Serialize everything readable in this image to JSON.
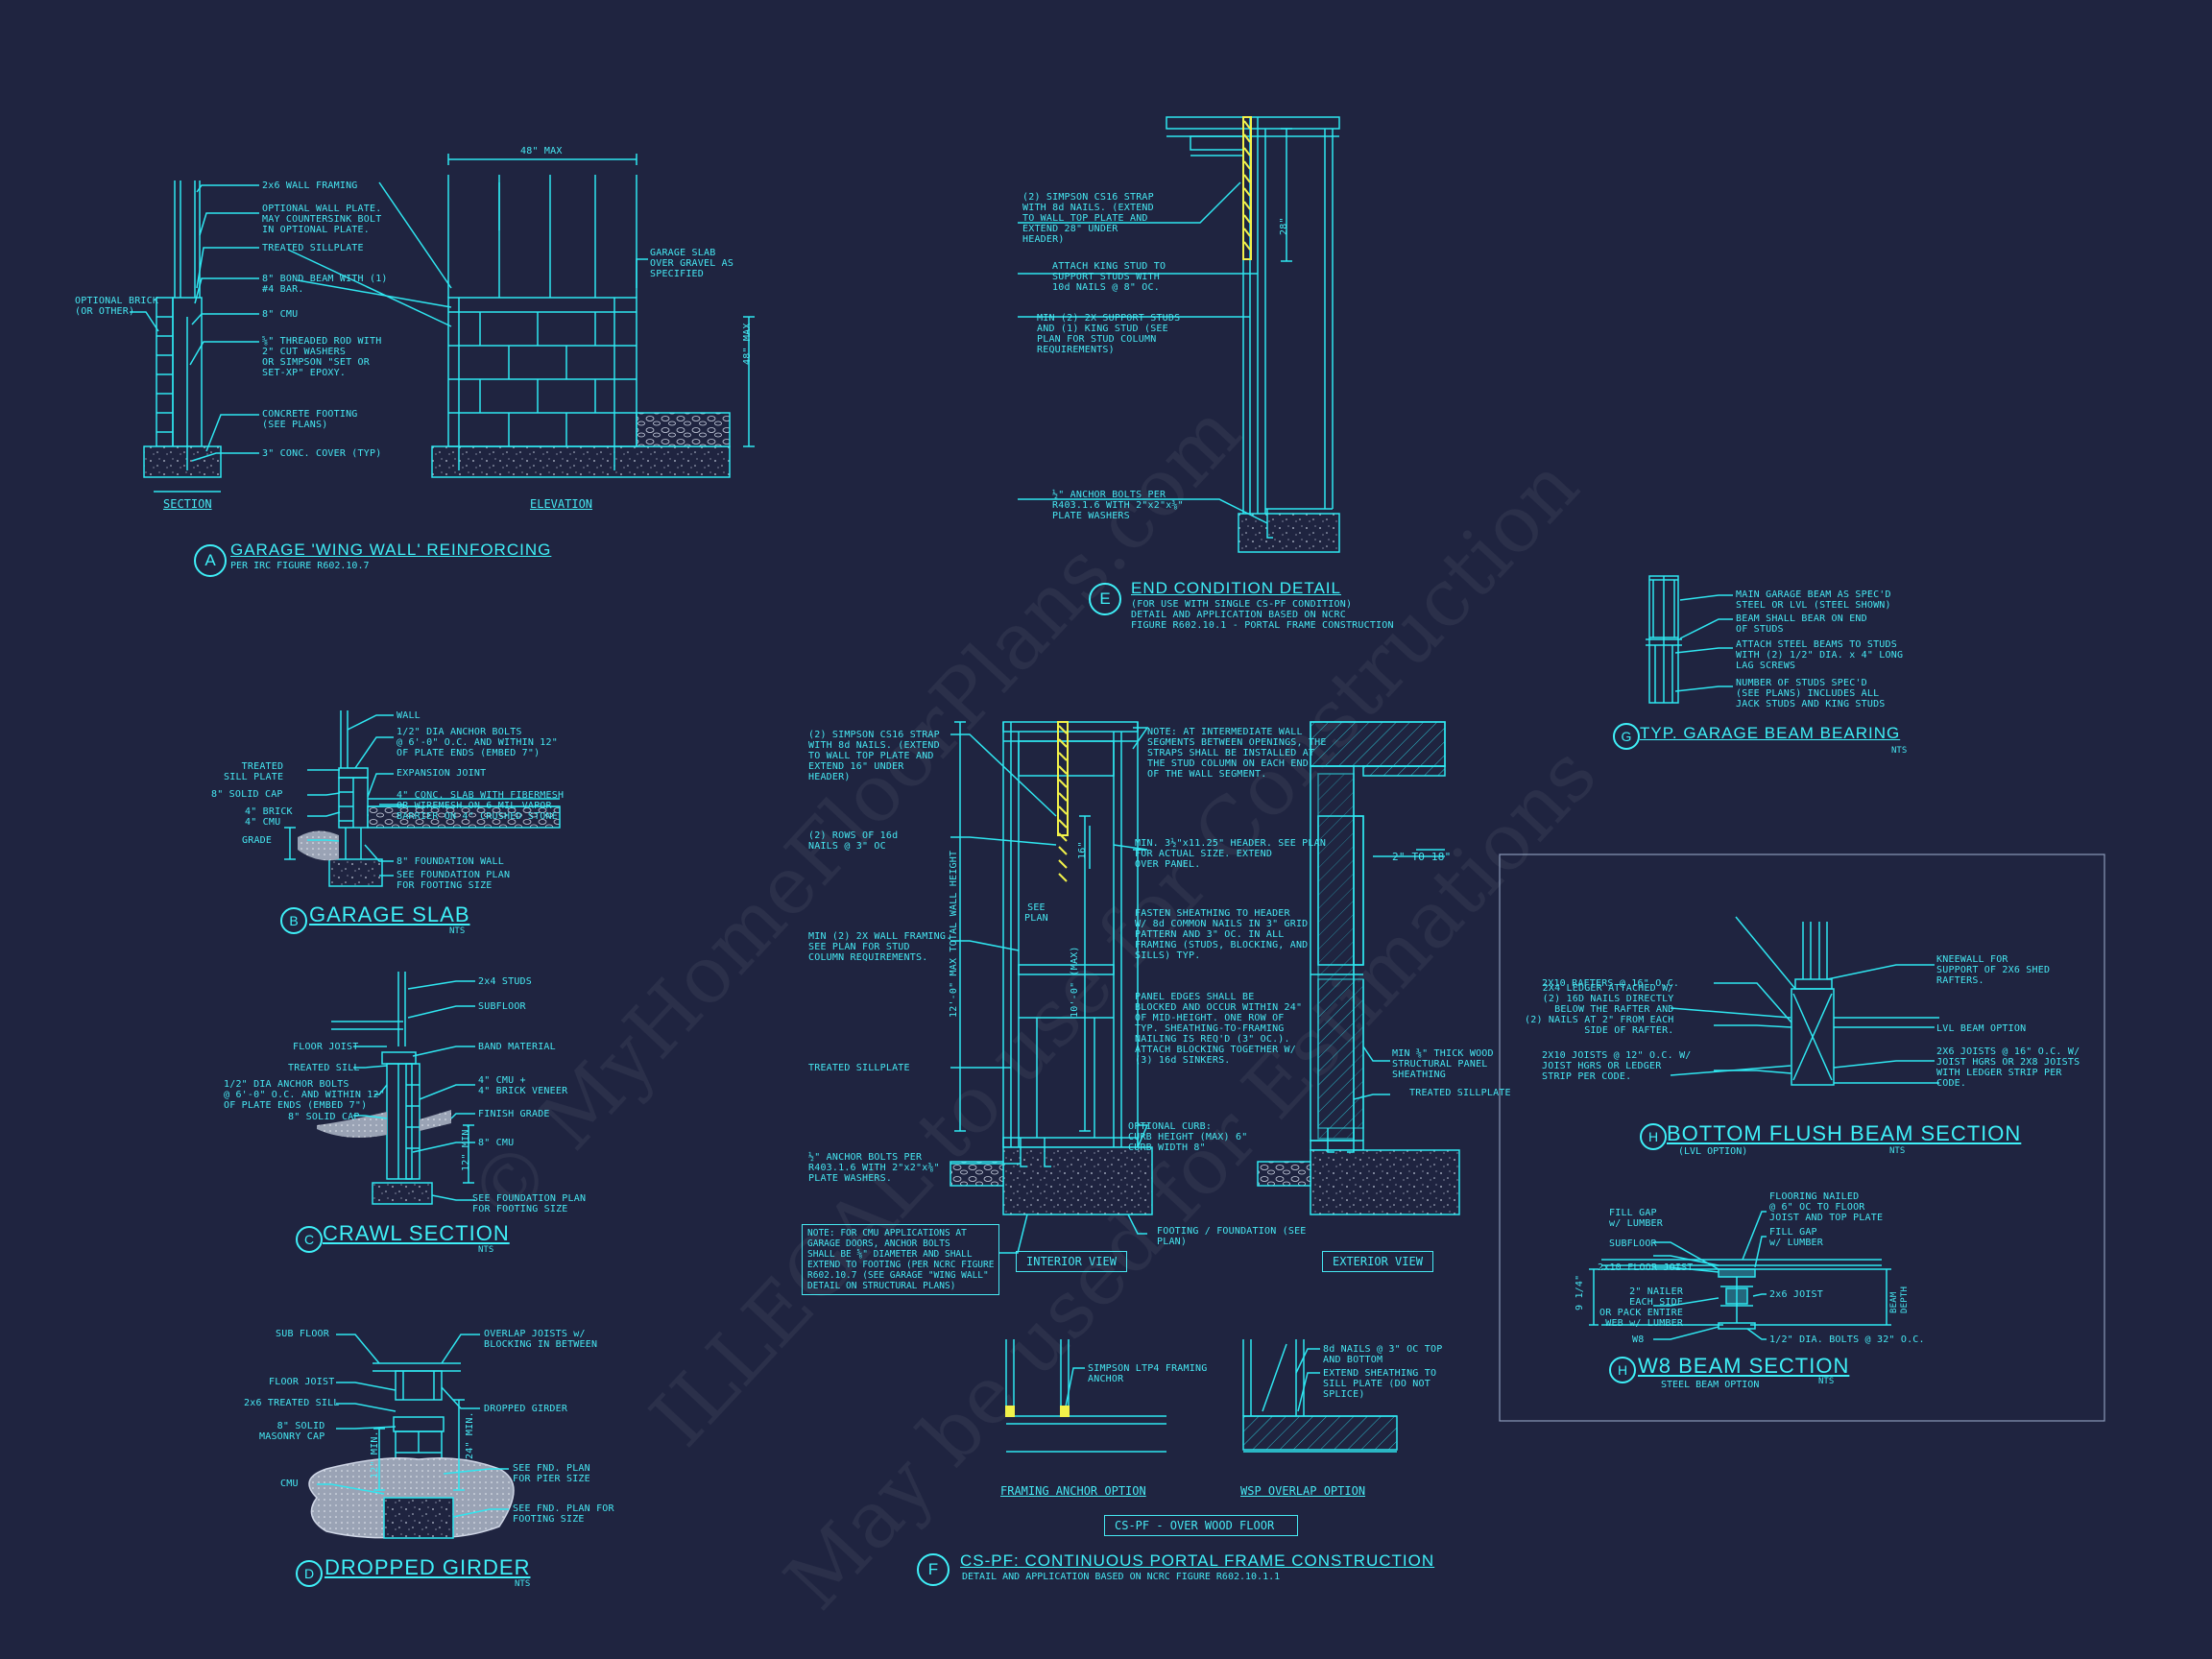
{
  "colors": {
    "background": "#1f2440",
    "line": "#2fe6f0",
    "highlight": "#f2f24a"
  },
  "watermark": {
    "line1": "© MyHomeFloorPlans.com",
    "line2": "ILLEGAL to use for Construction",
    "line3": "May be used for Estimations"
  },
  "detail_a": {
    "letter": "A",
    "title": "GARAGE 'WING WALL' REINFORCING",
    "subtitle": "PER IRC FIGURE R602.10.7",
    "section_label": "SECTION",
    "elevation_label": "ELEVATION",
    "dim_top": "48\" MAX",
    "dim_side": "48\" MAX",
    "notes": [
      "2x6 WALL FRAMING",
      "OPTIONAL WALL PLATE.\nMAY COUNTERSINK BOLT\nIN OPTIONAL PLATE.",
      "TREATED SILLPLATE",
      "8\" BOND BEAM WITH (1)\n#4 BAR.",
      "8\" CMU",
      "⅝\" THREADED ROD WITH\n2\" CUT WASHERS\nOR SIMPSON \"SET OR\nSET-XP\" EPOXY.",
      "CONCRETE FOOTING\n(SEE PLANS)",
      "3\" CONC. COVER (TYP)"
    ],
    "left_note": "OPTIONAL BRICK\n(OR OTHER)",
    "right_note": "GARAGE SLAB\nOVER GRAVEL AS\nSPECIFIED"
  },
  "detail_b": {
    "letter": "B",
    "title": "GARAGE SLAB",
    "nts": "NTS",
    "right_notes": [
      "WALL",
      "1/2\" DIA ANCHOR BOLTS\n@ 6'-0\" O.C. AND WITHIN 12\"\nOF PLATE ENDS (EMBED 7\")",
      "EXPANSION JOINT",
      "4\" CONC. SLAB WITH FIBERMESH\nOR WIREMESH ON 6 MIL VAPOR\nBARRIER ON 4\" CRUSHED STONE",
      "8\" FOUNDATION WALL",
      "SEE FOUNDATION PLAN\nFOR FOOTING SIZE"
    ],
    "left_notes": [
      "TREATED\nSILL PLATE",
      "8\" SOLID CAP",
      "4\" BRICK\n4\" CMU",
      "GRADE"
    ]
  },
  "detail_c": {
    "letter": "C",
    "title": "CRAWL SECTION",
    "nts": "NTS",
    "right_notes": [
      "2x4 STUDS",
      "SUBFLOOR",
      "BAND MATERIAL",
      "4\" CMU +\n4\" BRICK VENEER",
      "FINISH GRADE",
      "8\" CMU",
      "SEE FOUNDATION PLAN\nFOR FOOTING SIZE"
    ],
    "left_notes": [
      "FLOOR JOIST",
      "TREATED SILL",
      "1/2\" DIA ANCHOR BOLTS\n@ 6'-0\" O.C. AND WITHIN 12\"\nOF PLATE ENDS (EMBED 7\")",
      "8\" SOLID CAP"
    ],
    "dim": "12\" MIN."
  },
  "detail_d": {
    "letter": "D",
    "title": "DROPPED GIRDER",
    "nts": "NTS",
    "left_notes": [
      "SUB FLOOR",
      "FLOOR JOIST",
      "2x6 TREATED SILL",
      "8\" SOLID\nMASONRY CAP",
      "CMU"
    ],
    "right_notes": [
      "OVERLAP JOISTS w/\nBLOCKING IN BETWEEN",
      "DROPPED GIRDER",
      "SEE FND. PLAN\nFOR PIER SIZE",
      "SEE FND. PLAN FOR\nFOOTING SIZE"
    ],
    "dim_a": "12\" MIN.",
    "dim_b": "24\" MIN."
  },
  "detail_e": {
    "letter": "E",
    "title": "END CONDITION DETAIL",
    "subtitle": "(FOR USE WITH SINGLE CS-PF CONDITION)\nDETAIL AND APPLICATION BASED ON NCRC\nFIGURE R602.10.1 - PORTAL FRAME CONSTRUCTION",
    "notes": [
      "(2) SIMPSON CS16 STRAP\nWITH 8d NAILS. (EXTEND\nTO WALL TOP PLATE AND\nEXTEND 28\" UNDER\nHEADER)",
      "ATTACH KING STUD TO\nSUPPORT STUDS WITH\n10d NAILS @ 8\" OC.",
      "MIN (2) 2X SUPPORT STUDS\nAND (1) KING STUD (SEE\nPLAN FOR STUD COLUMN\nREQUIREMENTS)",
      "½\" ANCHOR BOLTS PER\nR403.1.6 WITH 2\"x2\"x⅜\"\nPLATE WASHERS"
    ],
    "dim": "28\""
  },
  "detail_f": {
    "letter": "F",
    "title": "CS-PF: CONTINUOUS PORTAL FRAME CONSTRUCTION",
    "subtitle": "DETAIL AND APPLICATION BASED ON NCRC FIGURE R602.10.1.1",
    "left_notes": [
      "(2) SIMPSON CS16 STRAP\nWITH 8d NAILS. (EXTEND\nTO WALL TOP PLATE AND\nEXTEND 16\" UNDER\nHEADER)",
      "(2) ROWS OF 16d\nNAILS @ 3\" OC",
      "MIN (2) 2X WALL FRAMING.\nSEE PLAN FOR STUD\nCOLUMN REQUIREMENTS.",
      "TREATED SILLPLATE",
      "½\" ANCHOR BOLTS PER\nR403.1.6 WITH 2\"x2\"x⅜\"\nPLATE WASHERS."
    ],
    "center_notes": [
      "NOTE: AT INTERMEDIATE WALL\nSEGMENTS BETWEEN OPENINGS, THE\nSTRAPS SHALL BE INSTALLED AT\nTHE STUD COLUMN ON EACH END\nOF THE WALL SEGMENT.",
      "MIN. 3½\"x11.25\" HEADER. SEE PLAN\nFOR ACTUAL SIZE. EXTEND\nOVER PANEL.",
      "FASTEN SHEATHING TO HEADER\nW/ 8d COMMON NAILS IN 3\" GRID\nPATTERN AND 3\" OC. IN ALL\nFRAMING (STUDS, BLOCKING, AND\nSILLS) TYP.",
      "PANEL EDGES SHALL BE\nBLOCKED AND OCCUR WITHIN 24\"\nOF MID-HEIGHT. ONE ROW OF\nTYP. SHEATHING-TO-FRAMING\nNAILING IS REQ'D (3\" OC.).\nATTACH BLOCKING TOGETHER W/\n(3) 16d SINKERS.",
      "OPTIONAL CURB:\nCURB HEIGHT (MAX) 6\"\nCURB WIDTH 8\"",
      "FOOTING / FOUNDATION (SEE\nPLAN)"
    ],
    "right_notes": [
      "2\" TO 18\"",
      "MIN ⅜\" THICK WOOD\nSTRUCTURAL PANEL\nSHEATHING",
      "TREATED SILLPLATE"
    ],
    "cmu_note": "NOTE: FOR CMU APPLICATIONS AT\nGARAGE DOORS, ANCHOR BOLTS\nSHALL BE ⅝\" DIAMETER AND SHALL\nEXTEND TO FOOTING (PER NCRC FIGURE\nR602.10.7 (SEE GARAGE \"WING WALL\"\nDETAIL ON STRUCTURAL PLANS)",
    "see_plan": "SEE\nPLAN",
    "dim_height": "12'-0\" MAX TOTAL WALL HEIGHT",
    "dim_header": "16\"",
    "dim_max": "10'-0\" (MAX)",
    "interior_view": "INTERIOR VIEW",
    "exterior_view": "EXTERIOR VIEW",
    "framing_anchor_note": "SIMPSON LTP4 FRAMING\nANCHOR",
    "wsp_note": "8d NAILS @ 3\" OC TOP\nAND BOTTOM",
    "wsp_note2": "EXTEND SHEATHING TO\nSILL PLATE (DO NOT\nSPLICE)",
    "framing_anchor_label": "FRAMING ANCHOR OPTION",
    "wsp_label": "WSP OVERLAP OPTION",
    "over_wood": "CS-PF - OVER WOOD FLOOR"
  },
  "detail_g": {
    "letter": "G",
    "title": "TYP. GARAGE BEAM BEARING",
    "nts": "NTS",
    "notes": [
      "MAIN GARAGE BEAM AS SPEC'D\nSTEEL OR LVL (STEEL SHOWN)",
      "BEAM SHALL BEAR ON END\nOF STUDS",
      "ATTACH STEEL BEAMS TO STUDS\nWITH (2) 1/2\" DIA. x 4\" LONG\nLAG SCREWS",
      "NUMBER OF STUDS SPEC'D\n(SEE PLANS) INCLUDES ALL\nJACK STUDS AND KING STUDS"
    ]
  },
  "detail_h1": {
    "letter": "H",
    "title": "BOTTOM FLUSH BEAM SECTION",
    "subtitle": "(LVL OPTION)",
    "nts": "NTS",
    "left_notes": [
      "2X10 RAFTERS @ 16\" O.C.",
      "2X4 LEDGER ATTACHED W/\n(2) 16D NAILS DIRECTLY\nBELOW THE RAFTER AND\n(2) NAILS AT 2\" FROM EACH\nSIDE OF RAFTER.",
      "2X10 JOISTS @ 12\" O.C. W/\nJOIST HGRS OR LEDGER\nSTRIP PER CODE."
    ],
    "right_notes": [
      "KNEEWALL FOR\nSUPPORT OF 2X6 SHED\nRAFTERS.",
      "LVL BEAM OPTION",
      "2X6 JOISTS @ 16\" O.C. W/\nJOIST HGRS OR 2X8 JOISTS\nWITH LEDGER STRIP PER\nCODE."
    ]
  },
  "detail_h2": {
    "letter": "H",
    "title": "W8 BEAM SECTION",
    "subtitle": "STEEL BEAM OPTION",
    "nts": "NTS",
    "left_notes": [
      "FILL GAP\nw/ LUMBER",
      "SUBFLOOR",
      "2x10 FLOOR JOIST",
      "2\" NAILER\nEACH SIDE\nOR PACK ENTIRE\nWEB w/ LUMBER",
      "W8"
    ],
    "right_notes": [
      "FLOORING NAILED\n@ 6\" OC TO FLOOR\nJOIST AND TOP PLATE",
      "FILL GAP\nw/ LUMBER",
      "2x6 JOIST",
      "1/2\" DIA. BOLTS @ 32\" O.C."
    ],
    "dim_left": "9 1/4\"",
    "dim_right": "BEAM\nDEPTH"
  }
}
